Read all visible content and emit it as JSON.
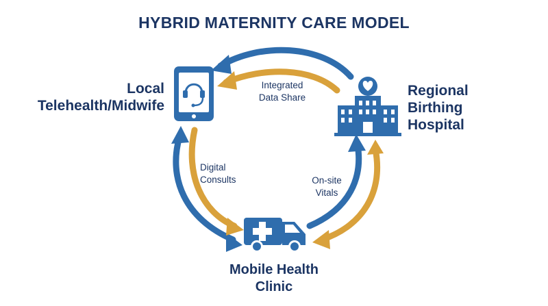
{
  "title": "HYBRID MATERNITY CARE MODEL",
  "nodes": {
    "local": {
      "line1": "Local",
      "line2": "Telehealth/Midwife",
      "icon": "tablet-headset-icon"
    },
    "hospital": {
      "line1": "Regional",
      "line2": "Birthing",
      "line3": "Hospital",
      "icon": "hospital-heart-icon"
    },
    "clinic": {
      "line1": "Mobile Health",
      "line2": "Clinic",
      "icon": "ambulance-icon"
    }
  },
  "edges": {
    "data_share": {
      "line1": "Integrated",
      "line2": "Data Share"
    },
    "consults": {
      "line1": "Digital",
      "line2": "Consults"
    },
    "vitals": {
      "line1": "On-site",
      "line2": "Vitals"
    }
  },
  "colors": {
    "blue": "#2f6dad",
    "gold": "#d9a13b",
    "navy": "#1c3563"
  }
}
